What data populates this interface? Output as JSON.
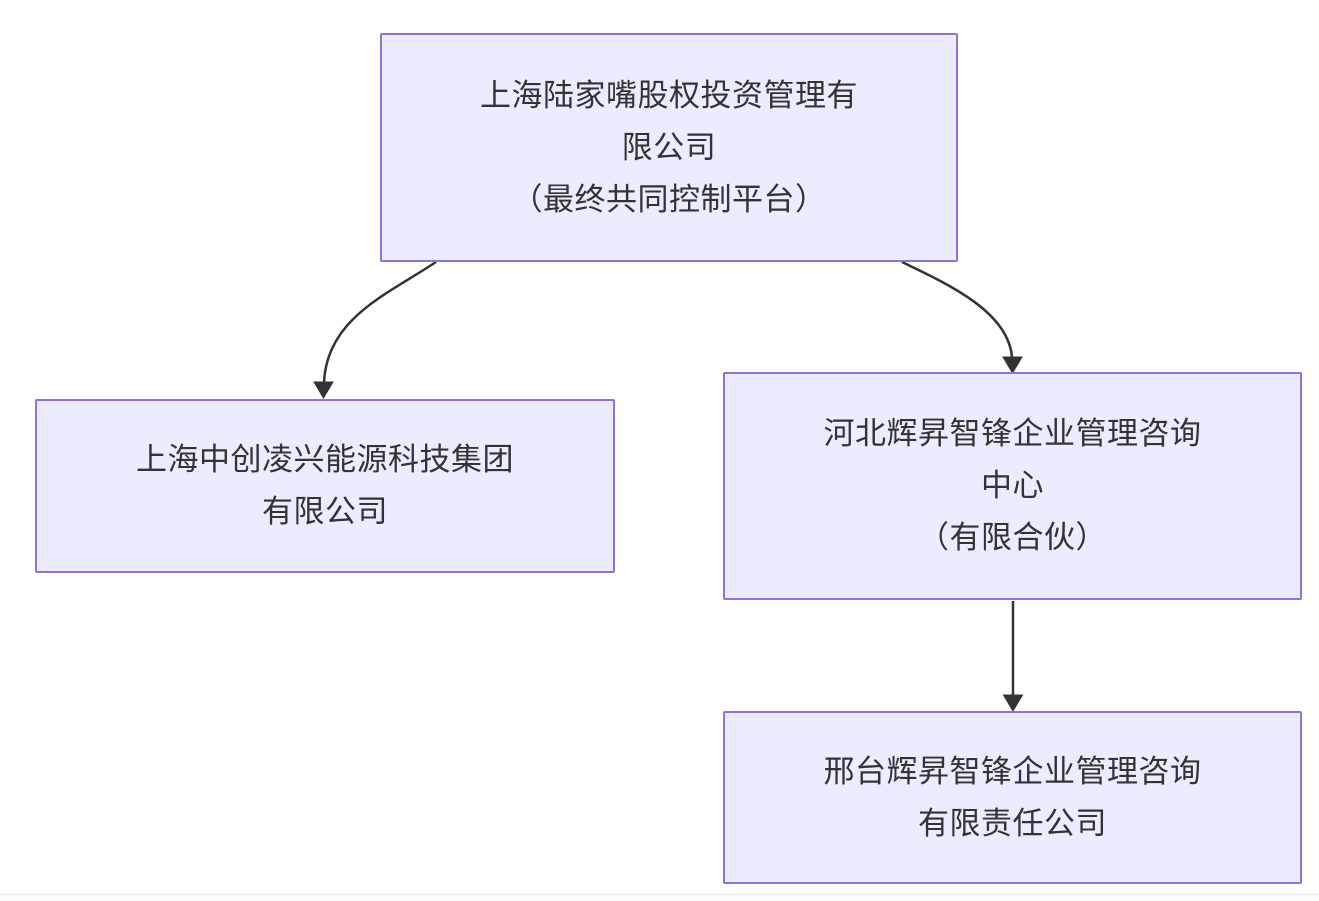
{
  "diagram": {
    "type": "flowchart-top-down",
    "nodes": [
      {
        "key": "shanghai-lujiazui",
        "name": "上海陆家嘴股权投资管理有限公司",
        "annotation": "（最终共同控制平台）",
        "lines": [
          "上海陆家嘴股权投资管理有",
          "限公司",
          "（最终共同控制平台）"
        ]
      },
      {
        "key": "shanghai-zhongchuang",
        "name": "上海中创凌兴能源科技集团有限公司",
        "annotation": "",
        "lines": [
          "上海中创凌兴能源科技集团",
          "有限公司"
        ]
      },
      {
        "key": "hebei-huisheng",
        "name": "河北辉昇智锋企业管理咨询中心",
        "annotation": "（有限合伙）",
        "lines": [
          "河北辉昇智锋企业管理咨询",
          "中心",
          "（有限合伙）"
        ]
      },
      {
        "key": "xingtai-huisheng",
        "name": "邢台辉昇智锋企业管理咨询有限责任公司",
        "annotation": "",
        "lines": [
          "邢台辉昇智锋企业管理咨询",
          "有限责任公司"
        ]
      }
    ],
    "edges": [
      {
        "from": "shanghai-lujiazui",
        "to": "shanghai-zhongchuang"
      },
      {
        "from": "shanghai-lujiazui",
        "to": "hebei-huisheng"
      },
      {
        "from": "hebei-huisheng",
        "to": "xingtai-huisheng"
      }
    ],
    "colors": {
      "node_fill": "#ECECFF",
      "node_border": "#9370DB",
      "edge": "#333333",
      "text": "#333333",
      "background": "#ffffff"
    }
  }
}
